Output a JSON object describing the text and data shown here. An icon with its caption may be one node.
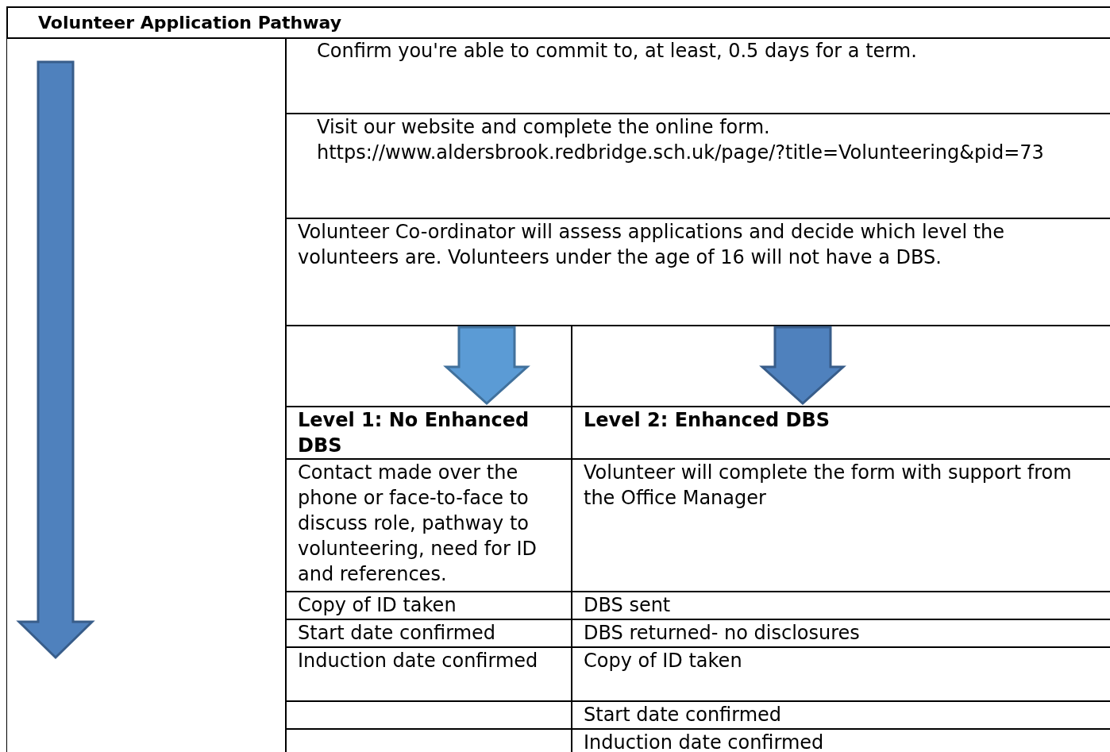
{
  "diagram": {
    "title": "Volunteer Application Pathway",
    "nodes": [
      {
        "text": [
          "Confirm you're able to commit to, at least, 0.5 days for a term."
        ]
      },
      {
        "text": [
          "Visit our website and complete the online form.",
          "https://www.aldersbrook.redbridge.sch.uk/page/?title=Volunteering&pid=73"
        ]
      },
      {
        "text": [
          "Volunteer Co-ordinator will assess applications and decide which level the volunteers are. Volunteers under the age of 16 will not have a DBS."
        ]
      },
      {
        "text": [
          "Level 1: No Enhanced DBS"
        ]
      },
      {
        "text": [
          "Level 2: Enhanced DBS"
        ]
      },
      {
        "text": [
          "Contact made over the phone or face-to-face to discuss role, pathway to volunteering, need for ID and references."
        ]
      },
      {
        "text": [
          "Volunteer will complete the form with support from the Office Manager"
        ]
      },
      {
        "text": [
          "Copy of ID taken"
        ]
      },
      {
        "text": [
          "DBS sent"
        ]
      },
      {
        "text": [
          "Start date confirmed"
        ]
      },
      {
        "text": [
          "DBS returned- no disclosures"
        ]
      },
      {
        "text": [
          "Induction date confirmed"
        ]
      },
      {
        "text": [
          "Copy of ID taken"
        ]
      },
      {
        "text": [
          "Start date confirmed"
        ]
      },
      {
        "text": [
          "Induction date confirmed"
        ]
      }
    ],
    "edges": [
      {
        "from": 2,
        "to": 3,
        "arrow": "to",
        "color": "#5b9bd5"
      },
      {
        "from": 2,
        "to": 4,
        "arrow": "to",
        "color": "#4f81bd"
      }
    ]
  }
}
